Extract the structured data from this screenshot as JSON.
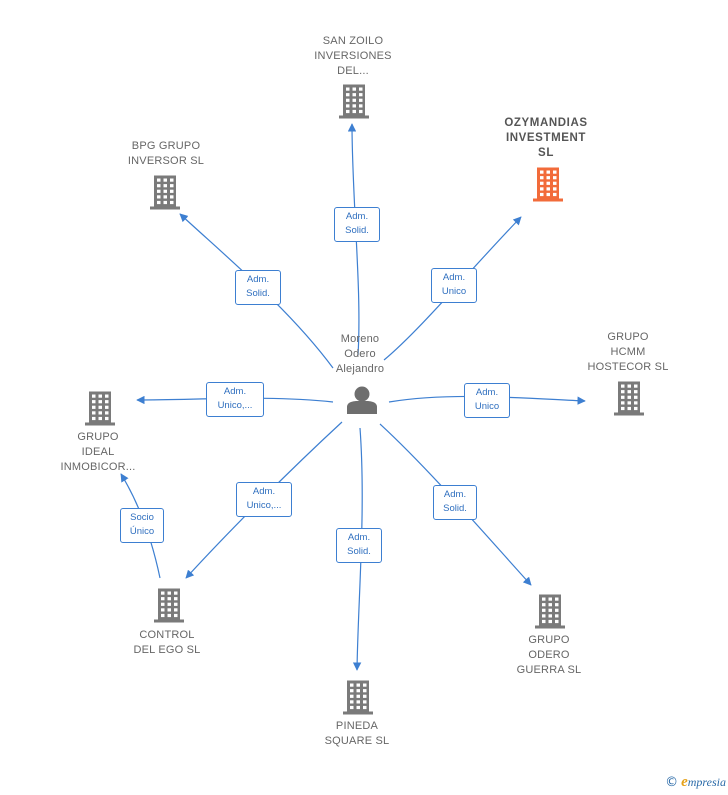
{
  "person": {
    "label": "Moreno\nOdero\nAlejandro",
    "icon": "person-icon"
  },
  "companies": [
    {
      "id": "san-zoilo",
      "label": "SAN ZOILO\nINVERSIONES\nDEL...",
      "highlight": false
    },
    {
      "id": "ozymandias",
      "label": "OZYMANDIAS\nINVESTMENT\nSL",
      "highlight": true
    },
    {
      "id": "bpg",
      "label": "BPG GRUPO\nINVERSOR  SL",
      "highlight": false
    },
    {
      "id": "hcmm",
      "label": "GRUPO\nHCMM\nHOSTECOR  SL",
      "highlight": false
    },
    {
      "id": "ideal",
      "label": "GRUPO\nIDEAL\nINMOBICOR...",
      "highlight": false
    },
    {
      "id": "control",
      "label": "CONTROL\nDEL EGO  SL",
      "highlight": false
    },
    {
      "id": "pineda",
      "label": "PINEDA\nSQUARE  SL",
      "highlight": false
    },
    {
      "id": "odero",
      "label": "GRUPO\nODERO\nGUERRA  SL",
      "highlight": false
    }
  ],
  "edges": [
    {
      "from": "person",
      "to": "san-zoilo",
      "label": "Adm.\nSolid."
    },
    {
      "from": "person",
      "to": "ozymandias",
      "label": "Adm.\nUnico"
    },
    {
      "from": "person",
      "to": "bpg",
      "label": "Adm.\nSolid."
    },
    {
      "from": "person",
      "to": "hcmm",
      "label": "Adm.\nUnico"
    },
    {
      "from": "person",
      "to": "ideal",
      "label": "Adm.\nUnico,..."
    },
    {
      "from": "person",
      "to": "control",
      "label": "Adm.\nUnico,..."
    },
    {
      "from": "person",
      "to": "pineda",
      "label": "Adm.\nSolid."
    },
    {
      "from": "person",
      "to": "odero",
      "label": "Adm.\nSolid."
    },
    {
      "from": "control",
      "to": "ideal",
      "label": "Socio\nÚnico"
    }
  ],
  "footer": {
    "copyright": "©",
    "brand_first": "e",
    "brand_rest": "mpresia"
  },
  "colors": {
    "building": "#7a7a7a",
    "building_highlight": "#f26b3a",
    "edge": "#3d7fd1",
    "person": "#6e6e6e"
  }
}
